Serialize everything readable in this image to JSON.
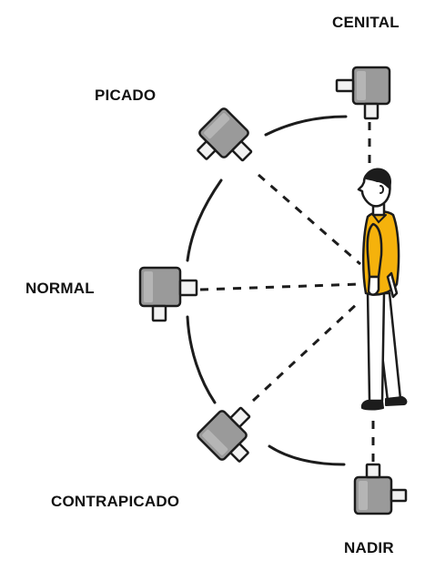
{
  "diagram": {
    "labels": {
      "cenital": "CENITAL",
      "picado": "PICADO",
      "normal": "NORMAL",
      "contrapicado": "CONTRAPICADO",
      "nadir": "NADIR"
    },
    "colors": {
      "background": "#ffffff",
      "shirt": "#f5b20c",
      "camera_body": "#9a9a9a",
      "line": "#1c1c1c"
    }
  }
}
